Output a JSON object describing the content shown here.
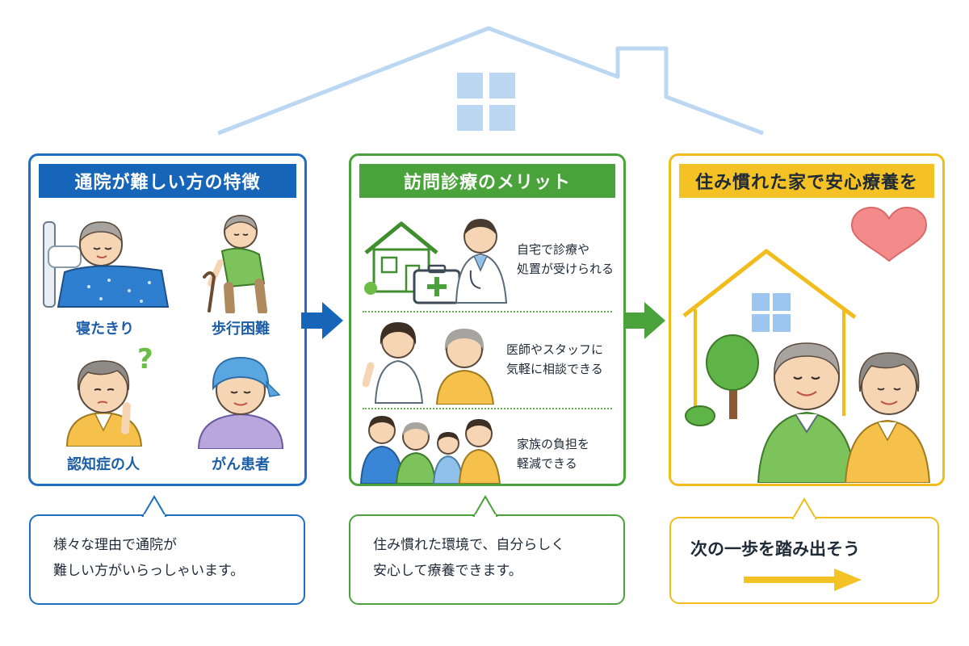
{
  "panels": {
    "difficult": {
      "title": "通院が難しい方の特徴",
      "items": [
        "寝たきり",
        "歩行困難",
        "認知症の人",
        "がん患者"
      ]
    },
    "merits": {
      "title": "訪問診療のメリット",
      "items": [
        {
          "line1": "自宅で診療や",
          "line2": "処置が受けられる"
        },
        {
          "line1": "医師やスタッフに",
          "line2": "気軽に相談できる"
        },
        {
          "line1": "家族の負担を",
          "line2": "軽減できる"
        }
      ]
    },
    "home": {
      "title": "住み慣れた家で安心療養を"
    }
  },
  "bubbles": {
    "difficult": {
      "line1": "様々な理由で通院が",
      "line2": "難しい方がいらっしゃいます。"
    },
    "merits": {
      "line1": "住み慣れた環境で、自分らしく",
      "line2": "安心して療養できます。"
    },
    "cta": {
      "text": "次の一歩を踏み出そう"
    }
  },
  "icons": {
    "question_mark": "?"
  },
  "colors": {
    "blue": "#1665b8",
    "green": "#4aa33a",
    "yellow": "#f5c226",
    "roof": "#bcd7f1",
    "heart": "#f48b8b"
  }
}
